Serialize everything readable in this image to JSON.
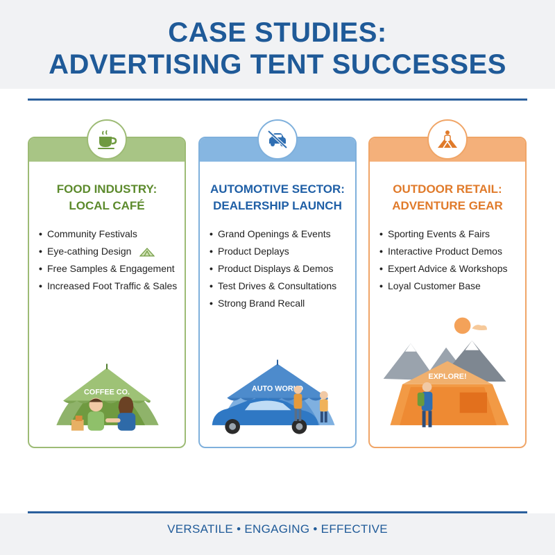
{
  "header": {
    "title_line1": "CASE STUDIES:",
    "title_line2": "ADVERTISING TENT SUCCESSES"
  },
  "cards": [
    {
      "icon": "coffee-cup-icon",
      "accent": "#5c8a2c",
      "title_line1": "FOOD INDUSTRY:",
      "title_line2": "LOCAL CAFÉ",
      "bullets": [
        "Community Festivals",
        "Eye-cathing Design",
        "Free Samples & Engagement",
        "Increased Foot Traffic & Sales"
      ],
      "tent_sign": "COFFEE CO."
    },
    {
      "icon": "car-tools-icon",
      "accent": "#1f5fa6",
      "title_line1": "AUTOMOTIVE SECTOR:",
      "title_line2": "DEALERSHIP LAUNCH",
      "bullets": [
        "Grand Openings & Events",
        "Product Deplays",
        "Product Displays & Demos",
        "Test Drives & Consultations",
        "Strong Brand Recall"
      ],
      "tent_sign": "AUTO WORLD"
    },
    {
      "icon": "mountain-climber-icon",
      "accent": "#e07a2a",
      "title_line1": "OUTDOOR RETAIL:",
      "title_line2": "ADVENTURE GEAR",
      "bullets": [
        "Sporting Events & Fairs",
        "Interactive Product Demos",
        "Expert Advice & Workshops",
        "Loyal Customer Base"
      ],
      "tent_sign": "EXPLORE!"
    }
  ],
  "footer": {
    "tagline": "VERSATILE • ENGAGING • EFFECTIVE"
  }
}
